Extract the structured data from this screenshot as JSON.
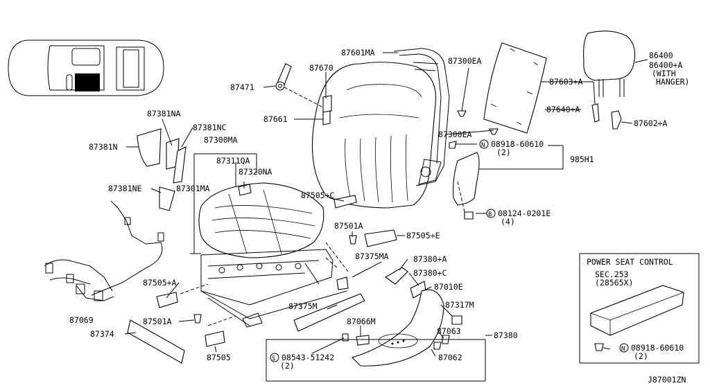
{
  "diagram_id": "J87001ZN",
  "labels": {
    "p87601MA": "87601MA",
    "p87300EA_a": "87300EA",
    "p87300EA_b": "87300EA",
    "p87670": "87670",
    "p87471": "87471",
    "p87661": "87661",
    "p86400": "86400",
    "p86400A": "86400+A",
    "with": "(WITH",
    "hanger": "HANGER)",
    "p87603A": "87603+A",
    "p87640A": "87640+A",
    "p87602A": "87602+A",
    "n08918_60610": "08918-60610",
    "q2_a": "(2)",
    "p985H1": "985H1",
    "b08124_0201E": "08124-0201E",
    "q4": "(4)",
    "p87381NA": "87381NA",
    "p87381NC": "87381NC",
    "p87381N": "87381N",
    "p87300MA": "87300MA",
    "p87311QA": "87311QA",
    "p87320NA": "87320NA",
    "p87381NE": "87381NE",
    "p87301MA": "87301MA",
    "p87505C": "87505+C",
    "p87501A_a": "87501A",
    "p87505E": "87505+E",
    "p87375MA": "87375MA",
    "p87380A": "87380+A",
    "p87380C": "87380+C",
    "p87505A": "87505+A",
    "p87010E": "87010E",
    "p87375M": "87375M",
    "p87317M": "87317M",
    "p87069": "87069",
    "p87066M": "87066M",
    "p87380": "87380",
    "p87374": "87374",
    "p87501A_b": "87501A",
    "p87063": "87063",
    "p87505": "87505",
    "s08543_51242": "08543-51242",
    "q2_b": "(2)",
    "p87062": "87062",
    "power_title": "POWER SEAT CONTROL",
    "sec253": "SEC.253",
    "p28565X": "(28565X)",
    "n08918_60610_b": "08918-60610",
    "q2_c": "(2)",
    "sym_N": "N",
    "sym_B": "B",
    "sym_S": "S"
  },
  "colors": {
    "line": "#000000",
    "background": "#ffffff"
  },
  "icons": [
    "vehicle-location-icon",
    "seat-back-icon",
    "seat-cushion-icon",
    "headrest-icon",
    "power-seat-control-unit-icon"
  ]
}
